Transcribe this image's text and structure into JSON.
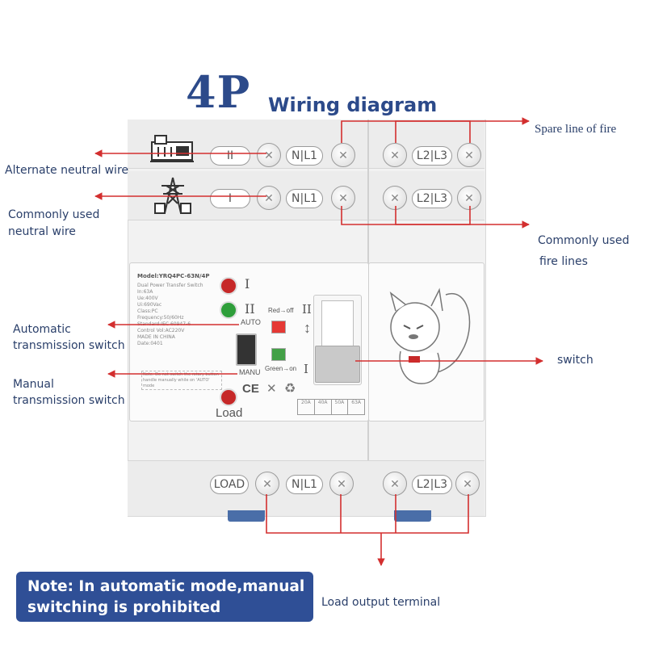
{
  "header": {
    "title_main": "4P",
    "title_sub": "Wiring diagram"
  },
  "labels": {
    "spare_fire": "Spare line of fire",
    "alt_neutral": "Alternate neutral wire",
    "common_neutral_1": "Commonly used",
    "common_neutral_2": "neutral wire",
    "common_fire_1": "Commonly used",
    "common_fire_2": "fire lines",
    "auto_1": "Automatic",
    "auto_2": "transmission switch",
    "manual_1": "Manual",
    "manual_2": "transmission switch",
    "switch": "switch",
    "load_output": "Load output terminal"
  },
  "device": {
    "row1_tag": "II",
    "row2_tag": "I",
    "load_tag": "LOAD",
    "nl1": "N|L1",
    "l2l3": "L2|L3",
    "model": "Model:YRQ4PC-63N/4P",
    "specs": [
      "Dual Power Transfer Switch",
      "In:63A",
      "Ue:400V",
      "Ui:690Vac",
      "Class:PC",
      "Frequency:50/60Hz",
      "Standard:IEC 60947-6",
      "Control Vol:AC220V",
      "MADE IN CHINA",
      "Date:0401"
    ],
    "roman_1": "I",
    "roman_2": "II",
    "auto": "AUTO",
    "manu": "MANU",
    "red_off": "Red→off",
    "green_on": "Green→on",
    "load": "Load",
    "manual_note": "Note: Do not switch the rotary button handle manually while on 'AUTO' mode",
    "lever_top": "II",
    "lever_bottom": "I",
    "marks": "CE",
    "ratings": [
      "20A",
      "40A",
      "50A",
      "63A"
    ]
  },
  "note": {
    "line1": "Note: In automatic mode,manual",
    "line2": "switching is prohibited"
  },
  "colors": {
    "accent": "#2f4f96",
    "wire": "#d32f2f",
    "label": "#2a3f6a"
  }
}
